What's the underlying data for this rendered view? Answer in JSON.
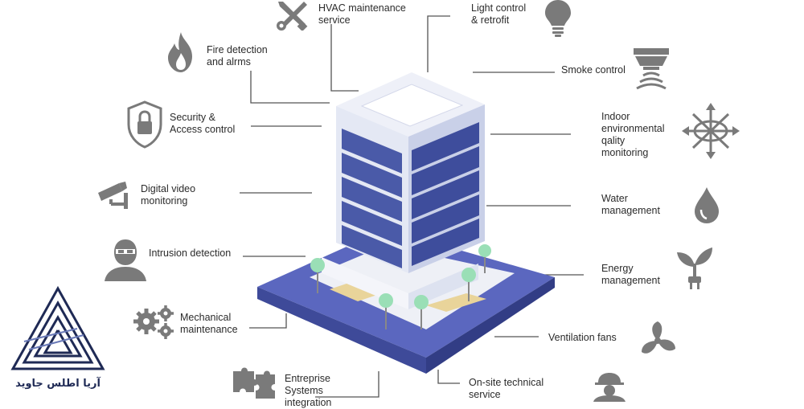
{
  "features": {
    "hvac": "HVAC maintenance\nservice",
    "light": "Light control\n& retrofit",
    "fire": "Fire detection\nand alrms",
    "smoke": "Smoke control",
    "security": "Security &\nAccess control",
    "ieq": "Indoor\nenvironmental\nqality\nmonitoring",
    "video": "Digital video\nmonitoring",
    "water": "Water\nmanagement",
    "intrusion": "Intrusion detection",
    "energy": "Energy\nmanagement",
    "mechanical": "Mechanical\nmaintenance",
    "ventilation": "Ventilation fans",
    "enterprise": "Entreprise\nSystems\nintegration",
    "onsite": "On-site technical\nservice"
  },
  "icons": {
    "hvac": "wrench-screwdriver-icon",
    "light": "lightbulb-icon",
    "fire": "flame-icon",
    "smoke": "smoke-detector-icon",
    "security": "shield-lock-icon",
    "ieq": "arrows-compass-icon",
    "video": "cctv-camera-icon",
    "water": "water-drop-icon",
    "intrusion": "masked-person-icon",
    "energy": "leaf-plug-icon",
    "mechanical": "gears-icon",
    "ventilation": "fan-icon",
    "enterprise": "puzzle-icon",
    "onsite": "technician-icon"
  },
  "logo": {
    "text": "آریا اطلس جاوید"
  },
  "colors": {
    "icon": "#7a7a7a",
    "building_blue": "#4a5aa8",
    "base_plate": "#5864b8",
    "line": "#555555"
  }
}
